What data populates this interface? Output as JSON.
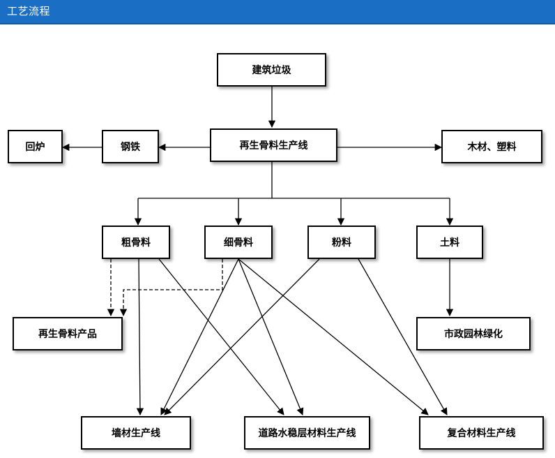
{
  "header": {
    "title": "工艺流程"
  },
  "colors": {
    "header_bg": "#1a6fc4",
    "line": "#000000"
  },
  "nodes": {
    "construction_waste": "建筑垃圾",
    "recycled_line": "再生骨料生产线",
    "steel": "钢铁",
    "furnace": "回炉",
    "wood_plastic": "木材、塑料",
    "coarse_aggregate": "粗骨料",
    "fine_aggregate": "细骨料",
    "powder": "粉料",
    "soil": "土料",
    "recycled_products": "再生骨料产品",
    "landscaping": "市政园林绿化",
    "wall_line": "墙材生产线",
    "road_line": "道路水稳层材料生产线",
    "composite_line": "复合材料生产线"
  }
}
